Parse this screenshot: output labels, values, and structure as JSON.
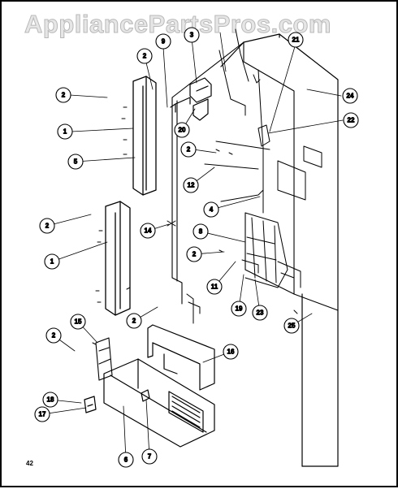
{
  "watermark": "AppliancePartsPros.com",
  "page_number": "42",
  "callouts": [
    "2",
    "9",
    "3",
    "21",
    "2",
    "24",
    "1",
    "20",
    "22",
    "5",
    "2",
    "12",
    "4",
    "2",
    "14",
    "8",
    "2",
    "1",
    "11",
    "19",
    "23",
    "2",
    "25",
    "15",
    "2",
    "16",
    "18",
    "17",
    "6",
    "7"
  ]
}
